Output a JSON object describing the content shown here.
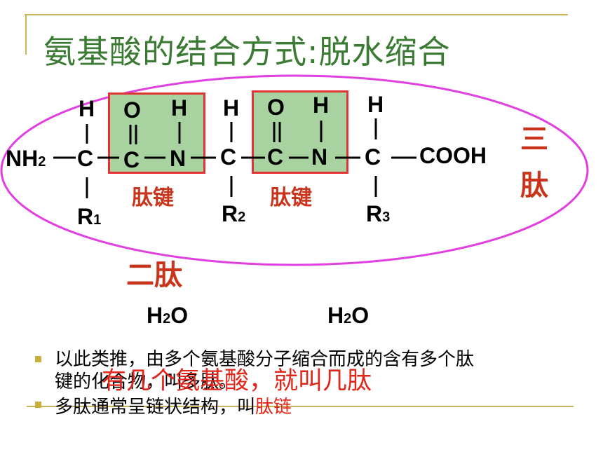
{
  "slide": {
    "title": "氨基酸的结合方式:脱水缩合",
    "molecule": {
      "nh2": "NH",
      "nh2_sub": "2",
      "cooh": "COOH",
      "c": "C",
      "n": "N",
      "o": "O",
      "h": "H",
      "r": "R",
      "r1_sub": "1",
      "r2_sub": "2",
      "r3_sub": "3"
    },
    "bond_label_1": "肽键",
    "bond_label_2": "肽键",
    "tripeptide_label_1": "三",
    "tripeptide_label_2": "肽",
    "dipeptide_label": "二肽",
    "water": {
      "h": "H",
      "sub": "2",
      "o": "O"
    },
    "bullets": {
      "item1_line1": "以此类推，由多个氨基酸分子缩合而成的含有多个肽",
      "item1_line2": "键的化合物，叫",
      "item1_line2_tail": "多肽。",
      "overlay_text": "有几个氨基酸，就叫几肽",
      "item2_text": "多肽通常呈链状结构，叫",
      "item2_red": "肽链"
    },
    "colors": {
      "title": "#3a7a33",
      "accent_red": "#c8351c",
      "box_fill": "#a8d3a0",
      "box_border": "#e23434",
      "ellipse": "#e040e0",
      "frame": "#c8b25a"
    }
  }
}
